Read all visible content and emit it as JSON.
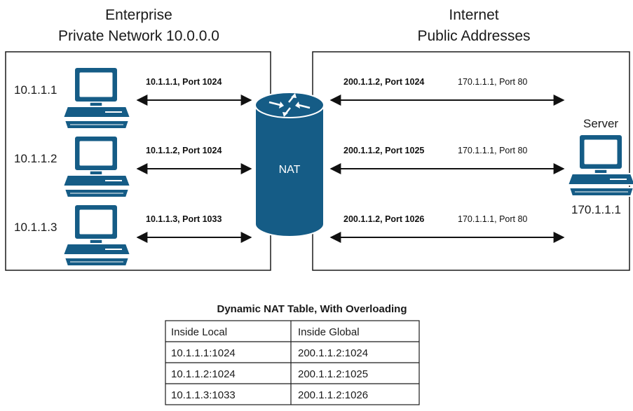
{
  "regions": {
    "enterprise": {
      "title_line1": "Enterprise",
      "title_line2": "Private Network 10.0.0.0"
    },
    "internet": {
      "title_line1": "Internet",
      "title_line2": "Public Addresses"
    }
  },
  "hosts": [
    {
      "label": "10.1.1.1"
    },
    {
      "label": "10.1.1.2"
    },
    {
      "label": "10.1.1.3"
    }
  ],
  "inside_links": [
    {
      "label": "10.1.1.1, Port 1024"
    },
    {
      "label": "10.1.1.2, Port 1024"
    },
    {
      "label": "10.1.1.3, Port 1033"
    }
  ],
  "outside_links": [
    {
      "src": "200.1.1.2, Port 1024",
      "dst": "170.1.1.1, Port 80"
    },
    {
      "src": "200.1.1.2, Port 1025",
      "dst": "170.1.1.1, Port 80"
    },
    {
      "src": "200.1.1.2, Port 1026",
      "dst": "170.1.1.1, Port 80"
    }
  ],
  "nat": {
    "label": "NAT",
    "color": "#155c86"
  },
  "server": {
    "title": "Server",
    "address": "170.1.1.1"
  },
  "nat_table": {
    "title": "Dynamic NAT Table, With Overloading",
    "headers": [
      "Inside Local",
      "Inside Global"
    ],
    "rows": [
      [
        "10.1.1.1:1024",
        "200.1.1.2:1024"
      ],
      [
        "10.1.1.2:1024",
        "200.1.1.2:1025"
      ],
      [
        "10.1.1.3:1033",
        "200.1.1.2:1026"
      ]
    ]
  },
  "colors": {
    "device_fill": "#155c86",
    "device_stroke": "#ffffff",
    "line": "#111111"
  }
}
